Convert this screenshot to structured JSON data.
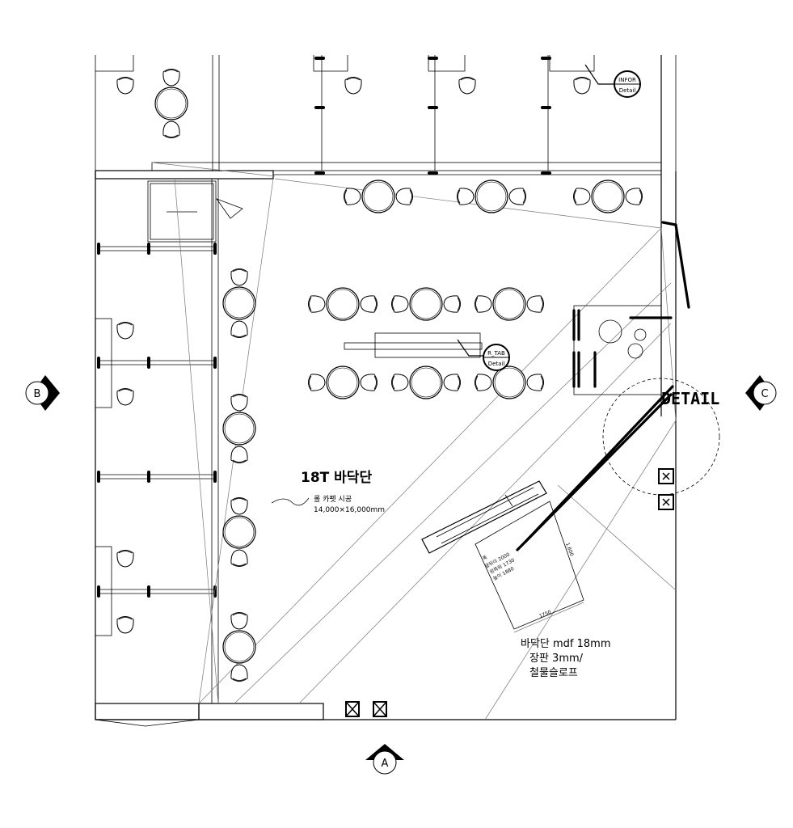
{
  "labels": {
    "floor_title": "18T 바닥단",
    "carpet_note": "롤 카펫 시공",
    "carpet_size": "14,000×16,000mm",
    "ramp_spec_line1": "바닥단 mdf 18mm",
    "ramp_spec_line2": "장판 3mm/",
    "ramp_spec_line3": "철물슬로프",
    "detail": "DETAIL",
    "ramp_dim_1": "폭",
    "ramp_dim_2": "앞뒤이 2000",
    "ramp_dim_3": "왼쪽뒤 1730",
    "ramp_dim_4": "높이 1880",
    "ramp_dim_bottom": "1750",
    "ramp_dim_side": "1,600"
  },
  "tags": {
    "info": {
      "top": "INFOR",
      "bottom": "Detail"
    },
    "table": {
      "top": "R_TAB",
      "bottom": "Detail"
    }
  },
  "section_markers": {
    "left": "B",
    "right": "C",
    "bottom": "A"
  }
}
